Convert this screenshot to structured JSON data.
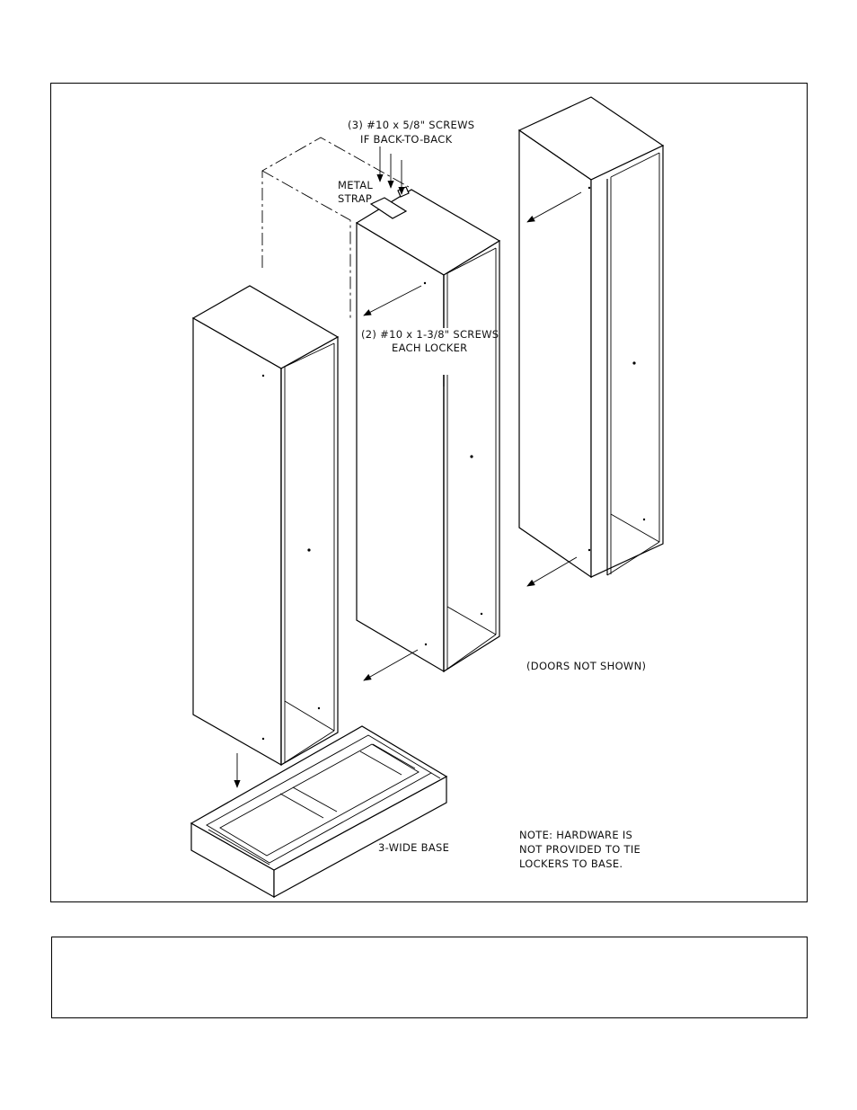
{
  "labels": {
    "screws_top_1": "(3) #10 x 5/8\" SCREWS",
    "screws_top_2": "IF BACK-TO-BACK",
    "strap_1": "METAL",
    "strap_2": "STRAP",
    "screws_each_1": "(2) #10 x 1-3/8\" SCREWS",
    "screws_each_2": "EACH LOCKER",
    "doors": "(DOORS NOT SHOWN)",
    "base": "3-WIDE BASE",
    "note_1": "NOTE:  HARDWARE IS",
    "note_2": "NOT PROVIDED TO TIE",
    "note_3": "LOCKERS TO BASE."
  },
  "caption_text": ""
}
